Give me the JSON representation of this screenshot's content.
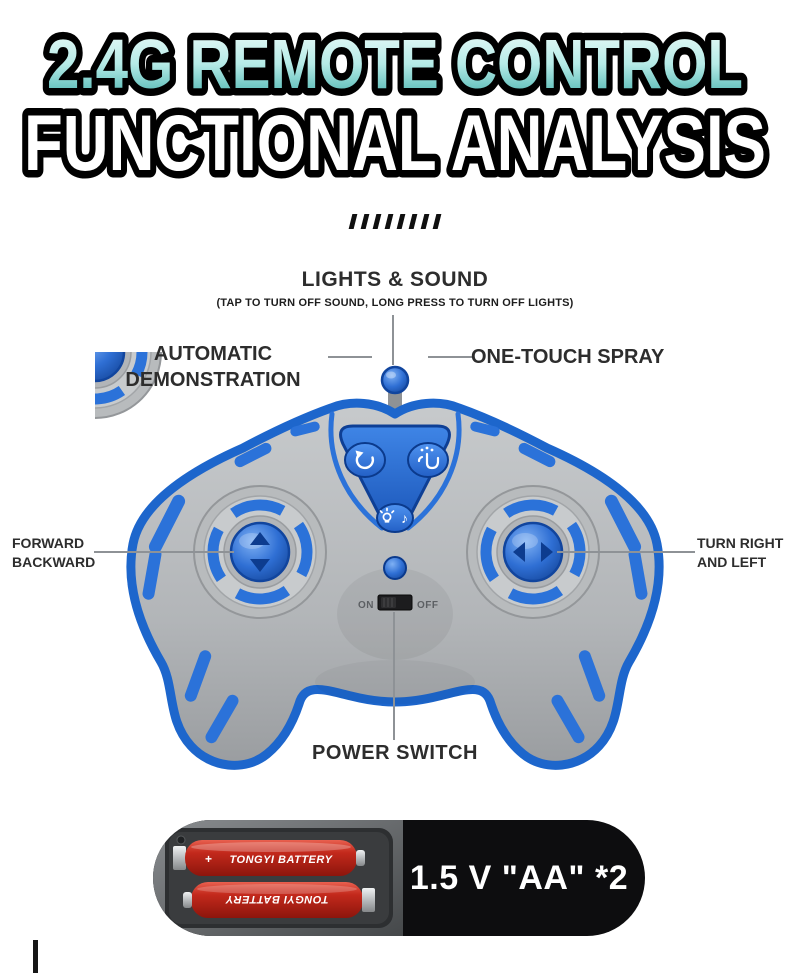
{
  "title": {
    "line1": "2.4G REMOTE CONTROL",
    "line2": "FUNCTIONAL ANALYSIS"
  },
  "callouts": {
    "lights_sound": {
      "label": "LIGHTS & SOUND",
      "sub": "(TAP TO TURN OFF SOUND, LONG PRESS TO TURN OFF LIGHTS)"
    },
    "automatic_demo": {
      "line1": "AUTOMATIC",
      "line2": "DEMONSTRATION"
    },
    "one_touch_spray": {
      "label": "ONE-TOUCH SPRAY"
    },
    "forward_backward": {
      "line1": "FORWARD",
      "line2": "BACKWARD"
    },
    "turn_right_left": {
      "line1": "TURN RIGHT",
      "line2": "AND LEFT"
    },
    "power_switch": {
      "label": "POWER SWITCH"
    }
  },
  "controller": {
    "switch_on": "ON",
    "switch_off": "OFF"
  },
  "battery": {
    "spec": "1.5 V  \"AA\" *2",
    "brand": "TONGYI BATTERY"
  },
  "icons": {
    "music_note": "♪",
    "battery_plus": "+"
  },
  "colors": {
    "accent_blue": "#2b72d9",
    "panel_blue": "#1a55b8",
    "title_teal": "#3fada9",
    "body_gray": "#b2b5b8"
  }
}
